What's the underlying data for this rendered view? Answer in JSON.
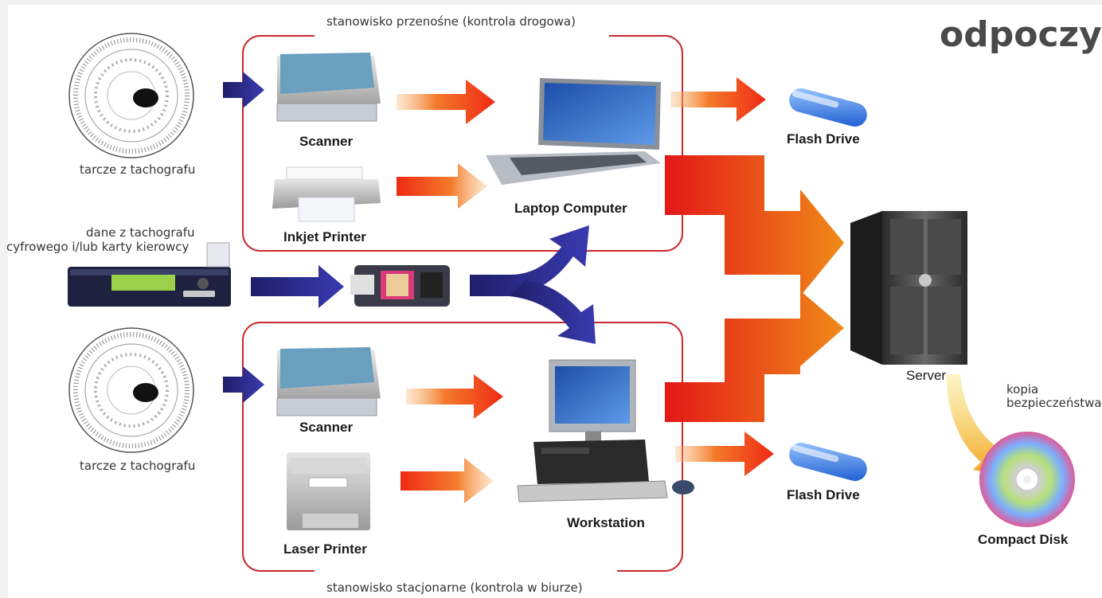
{
  "title": "odpoczy",
  "portable_station_label": "stanowisko przenośne (kontrola drogowa)",
  "stationary_station_label": "stanowisko stacjonarne (kontrola w biurze)",
  "tachograph_disc_label": "tarcze z tachografu",
  "digital_data_label_line1": "dane z tachografu",
  "digital_data_label_line2": "cyfrowego i/lub karty kierowcy",
  "devices": {
    "scanner": "Scanner",
    "inkjet_printer": "Inkjet Printer",
    "laptop": "Laptop Computer",
    "flash_drive": "Flash Drive",
    "server": "Server",
    "workstation": "Workstation",
    "laser_printer": "Laser Printer",
    "compact_disk": "Compact Disk"
  },
  "backup_label_line1": "kopia",
  "backup_label_line2": "bezpieczeństwa",
  "colors": {
    "frame": "#c8282c",
    "blue_arrow": "#2a2a7a",
    "orange_arrow": "#f25a1e",
    "red_arrow": "#e81c1c",
    "yellow_arrow": "#f2c21e"
  }
}
